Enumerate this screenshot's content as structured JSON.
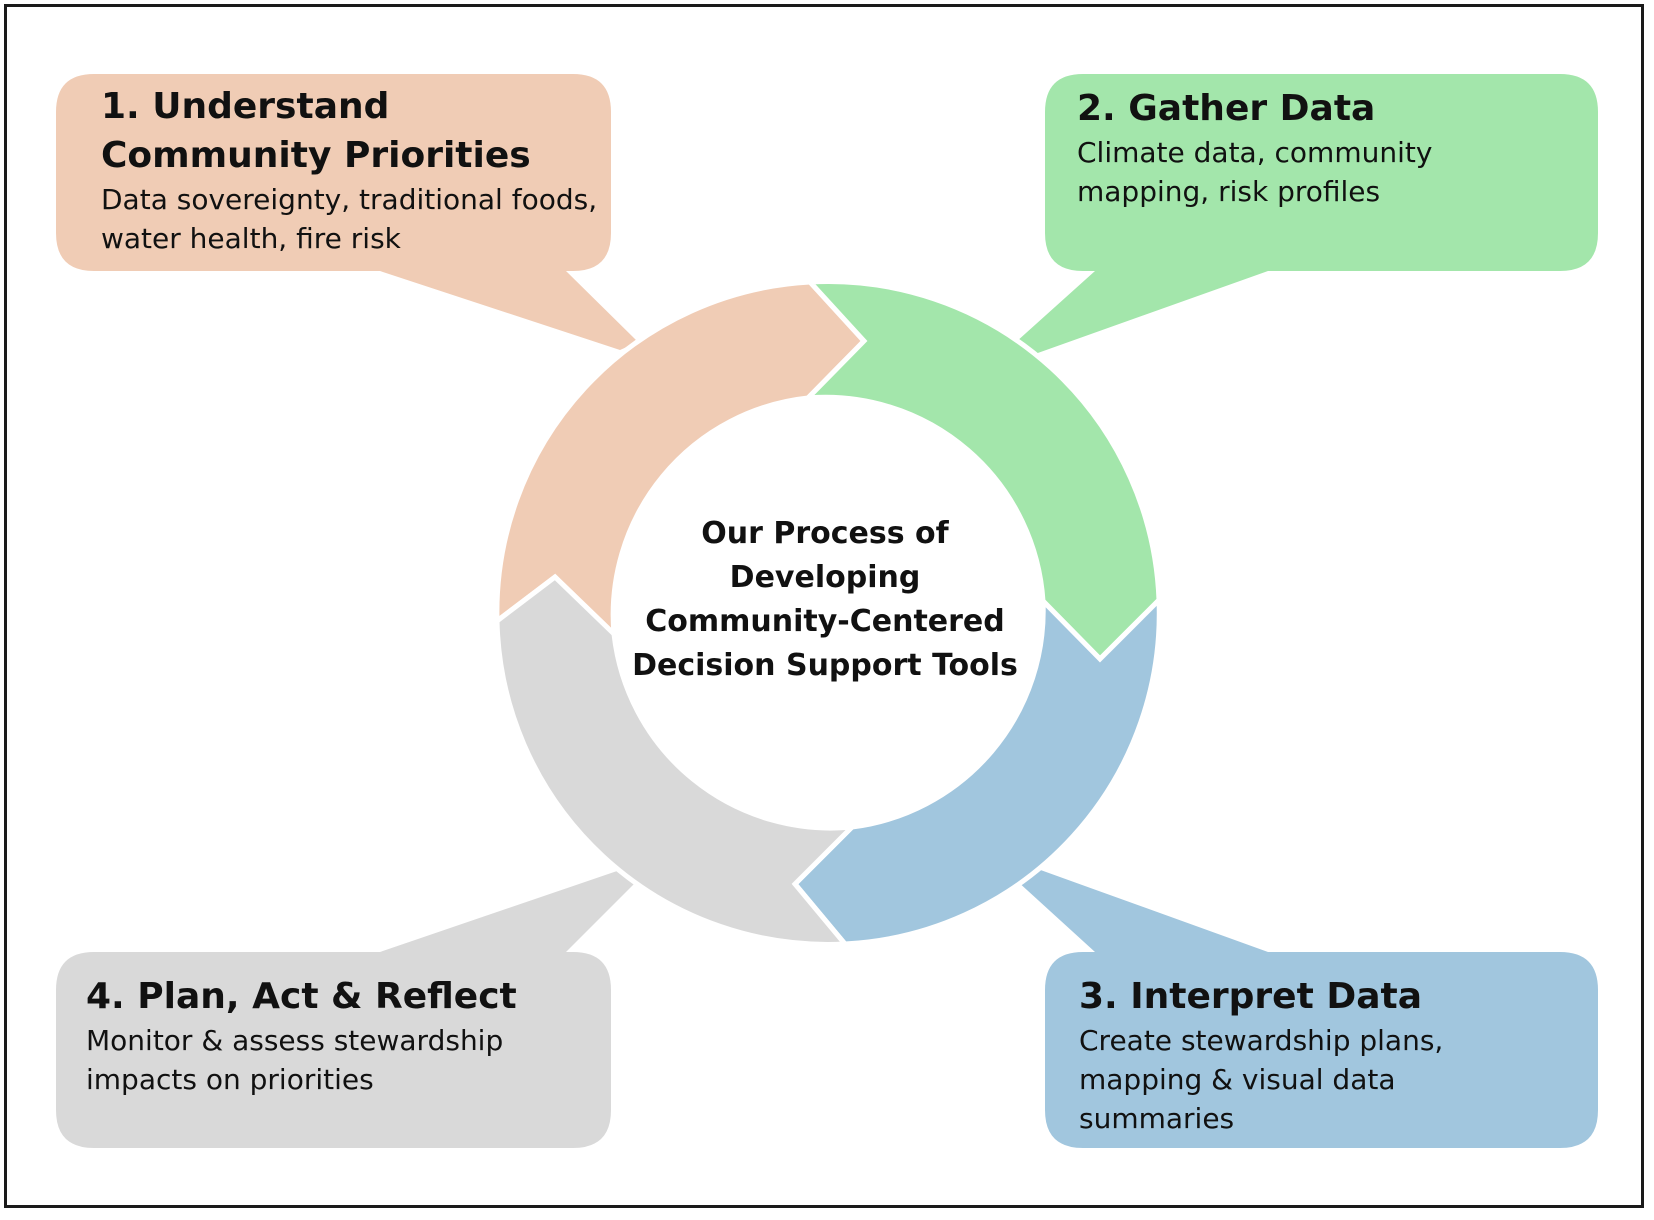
{
  "center": {
    "title": "Our Process of\nDeveloping\nCommunity-Centered\nDecision Support Tools"
  },
  "steps": [
    {
      "title": "1. Understand Community Priorities",
      "description": "Data sovereignty, traditional foods, water health, fire risk",
      "color": "#f0ccb5"
    },
    {
      "title": "2. Gather Data",
      "description": "Climate data, community mapping, risk profiles",
      "color": "#a3e6ab"
    },
    {
      "title": "3. Interpret Data",
      "description": "Create stewardship plans, mapping & visual data summaries",
      "color": "#a1c6de"
    },
    {
      "title": "4. Plan, Act & Reflect",
      "description": "Monitor & assess stewardship impacts on priorities",
      "color": "#d9d9d9"
    }
  ]
}
